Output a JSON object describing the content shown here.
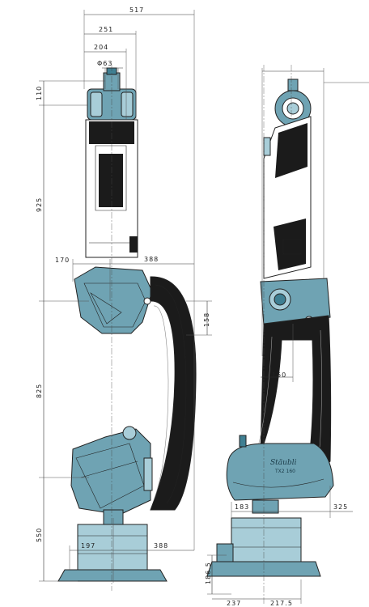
{
  "dimensions": {
    "d517": "517",
    "d251": "251",
    "d204": "204",
    "d63": "Φ63",
    "d110": "110",
    "d925": "925",
    "d170": "170",
    "d388_top": "388",
    "d158": "158",
    "d825": "825",
    "d550": "550",
    "d197": "197",
    "d388_bottom": "388",
    "d150": "150",
    "d183": "183",
    "d325": "325",
    "d186_5": "186.5",
    "d237": "237",
    "d217_5": "217.5"
  },
  "branding": {
    "logo": "Stäubli",
    "model": "TX2 160"
  },
  "colors": {
    "teal": "#6fa3b3",
    "teal_dark": "#3f7f92",
    "black": "#1b1b1b"
  }
}
